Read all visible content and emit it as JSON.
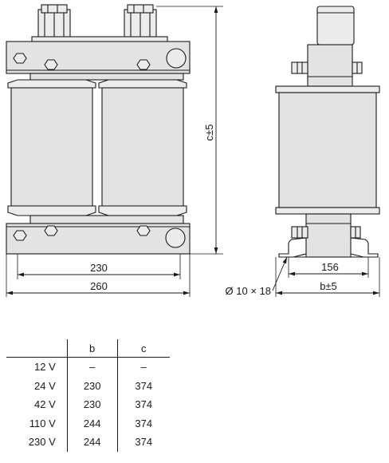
{
  "dimensions": {
    "height_label": "c±5",
    "width_inner_label": "230",
    "width_outer_label": "260",
    "hole_label": "Ø 10 × 18",
    "side_inner_label": "156",
    "side_outer_label": "b±5"
  },
  "table": {
    "headers": [
      "",
      "b",
      "c"
    ],
    "rows": [
      {
        "voltage": "12 V",
        "b": "–",
        "c": "–"
      },
      {
        "voltage": "24 V",
        "b": "230",
        "c": "374"
      },
      {
        "voltage": "42 V",
        "b": "230",
        "c": "374"
      },
      {
        "voltage": "110 V",
        "b": "244",
        "c": "374"
      },
      {
        "voltage": "230 V",
        "b": "244",
        "c": "374"
      }
    ]
  }
}
